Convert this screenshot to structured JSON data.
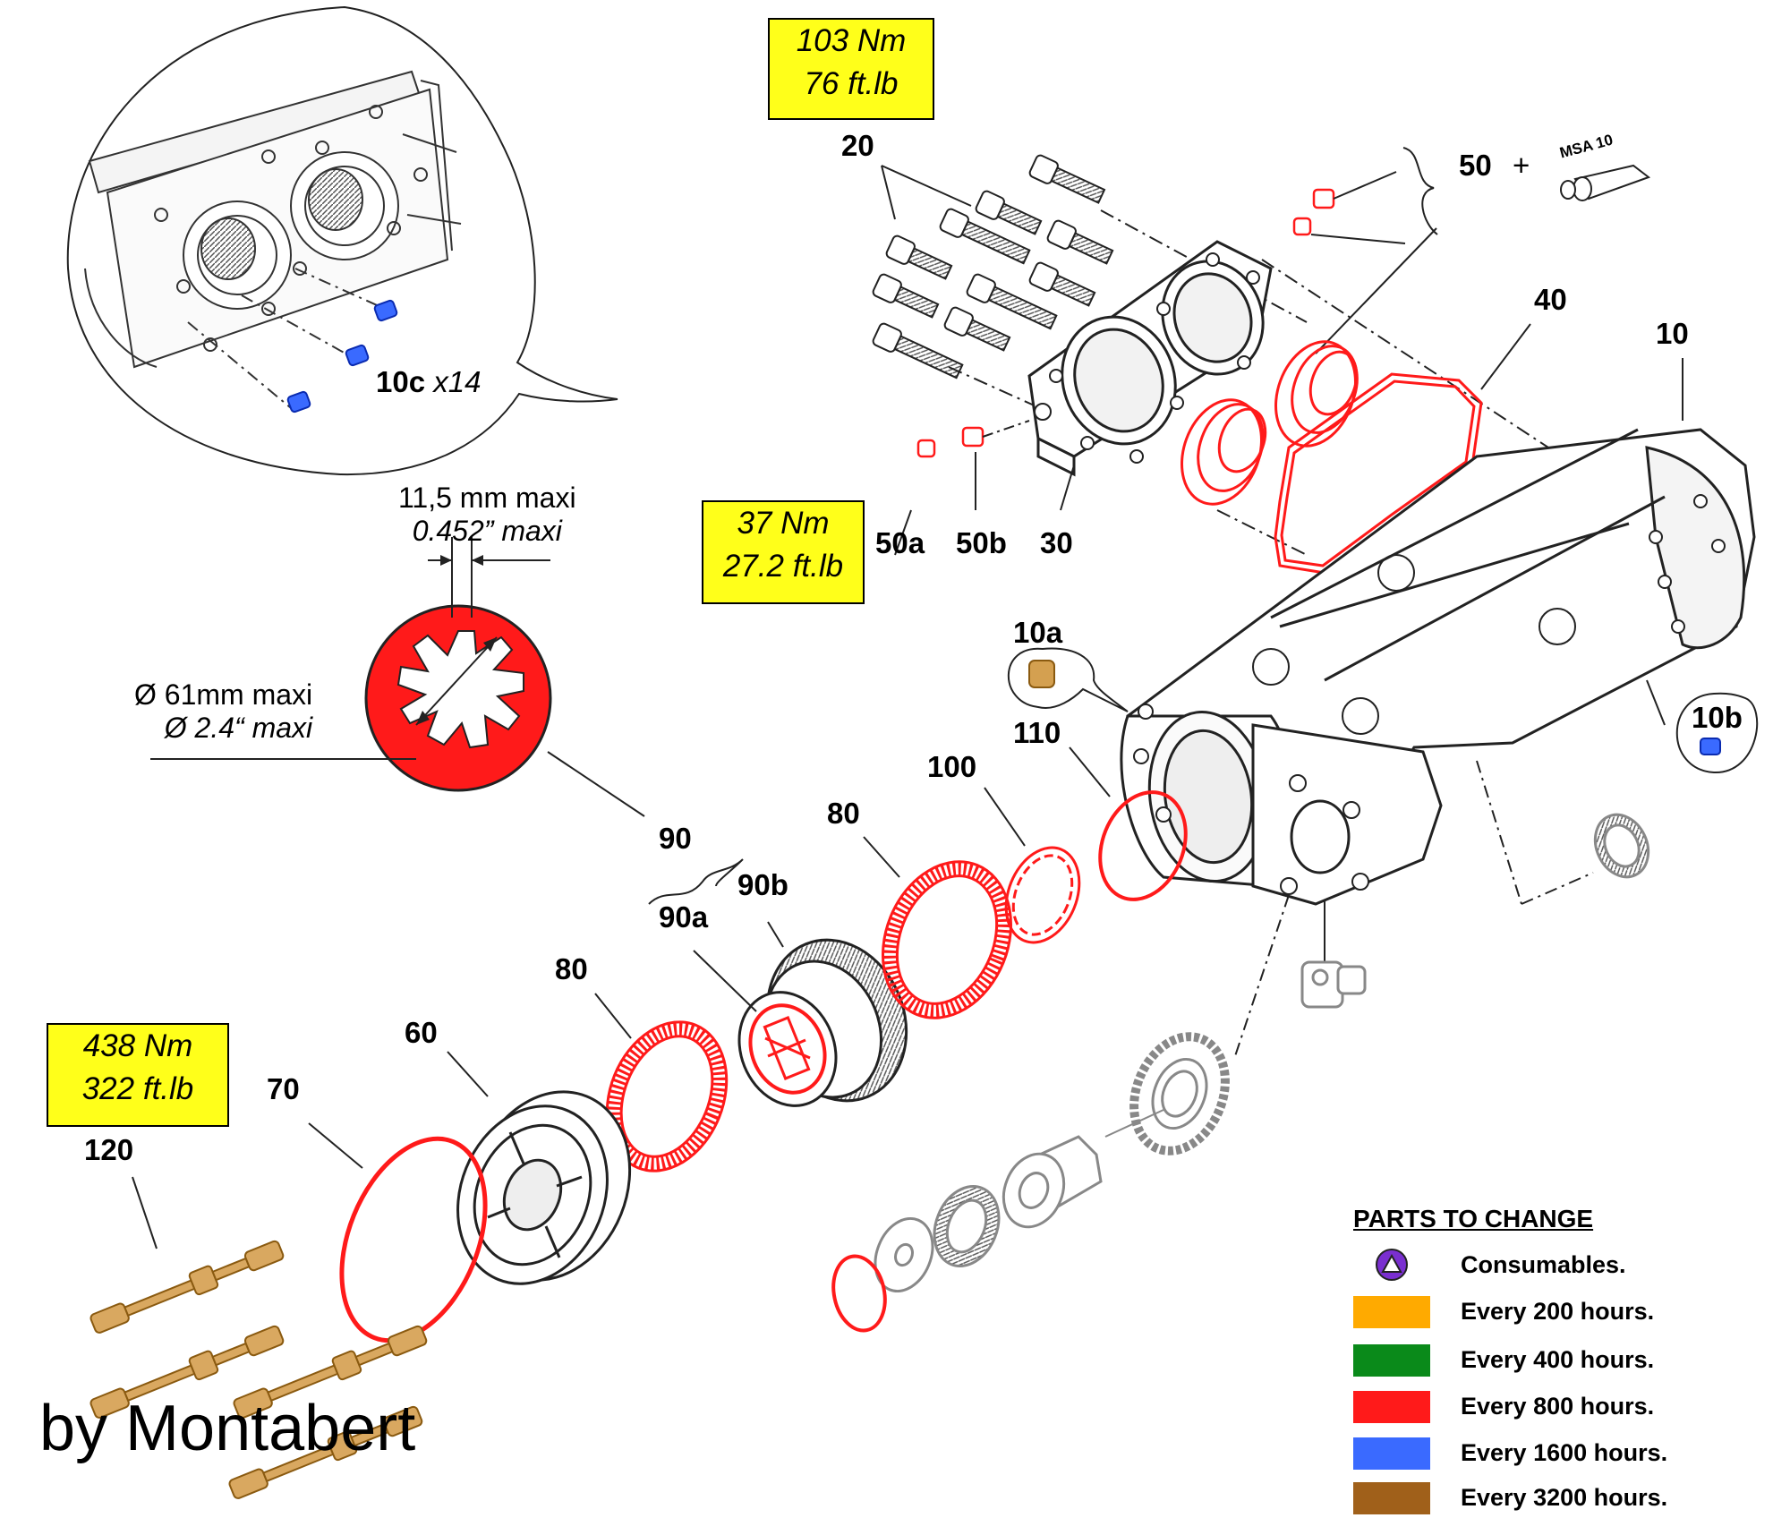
{
  "torque_boxes": [
    {
      "line1": "103 Nm",
      "line2": "76 ft.lb"
    },
    {
      "line1": "37 Nm",
      "line2": "27.2 ft.lb"
    },
    {
      "line1": "438 Nm",
      "line2": "322 ft.lb"
    }
  ],
  "part_labels": {
    "p10": "10",
    "p10a": "10a",
    "p10b": "10b",
    "p10c": "10c",
    "p10c_qty": "x14",
    "p20": "20",
    "p30": "30",
    "p40": "40",
    "p50": "50",
    "plus": "+",
    "msa": "MSA 10",
    "p50a": "50a",
    "p50b": "50b",
    "p60": "60",
    "p70": "70",
    "p80a": "80",
    "p80b": "80",
    "p90": "90",
    "p90a": "90a",
    "p90b": "90b",
    "p100": "100",
    "p110": "110",
    "p120": "120"
  },
  "dimensions": {
    "width_mm": "11,5 mm maxi",
    "width_in": "0.452” maxi",
    "dia_mm": "Ø 61mm maxi",
    "dia_in": "Ø 2.4“ maxi"
  },
  "legend": {
    "title": "PARTS TO CHANGE",
    "items": [
      {
        "label": "Consumables.",
        "color": "#7a2fd0",
        "icon": "triangle-circle-icon"
      },
      {
        "label": "Every 200 hours.",
        "color": "#ffaa00"
      },
      {
        "label": "Every 400 hours.",
        "color": "#0a8a1a"
      },
      {
        "label": "Every 800 hours.",
        "color": "#ff1a1a"
      },
      {
        "label": "Every 1600 hours.",
        "color": "#3a6aff"
      },
      {
        "label": "Every 3200 hours.",
        "color": "#a0601a"
      }
    ]
  },
  "credit": "by Montabert"
}
